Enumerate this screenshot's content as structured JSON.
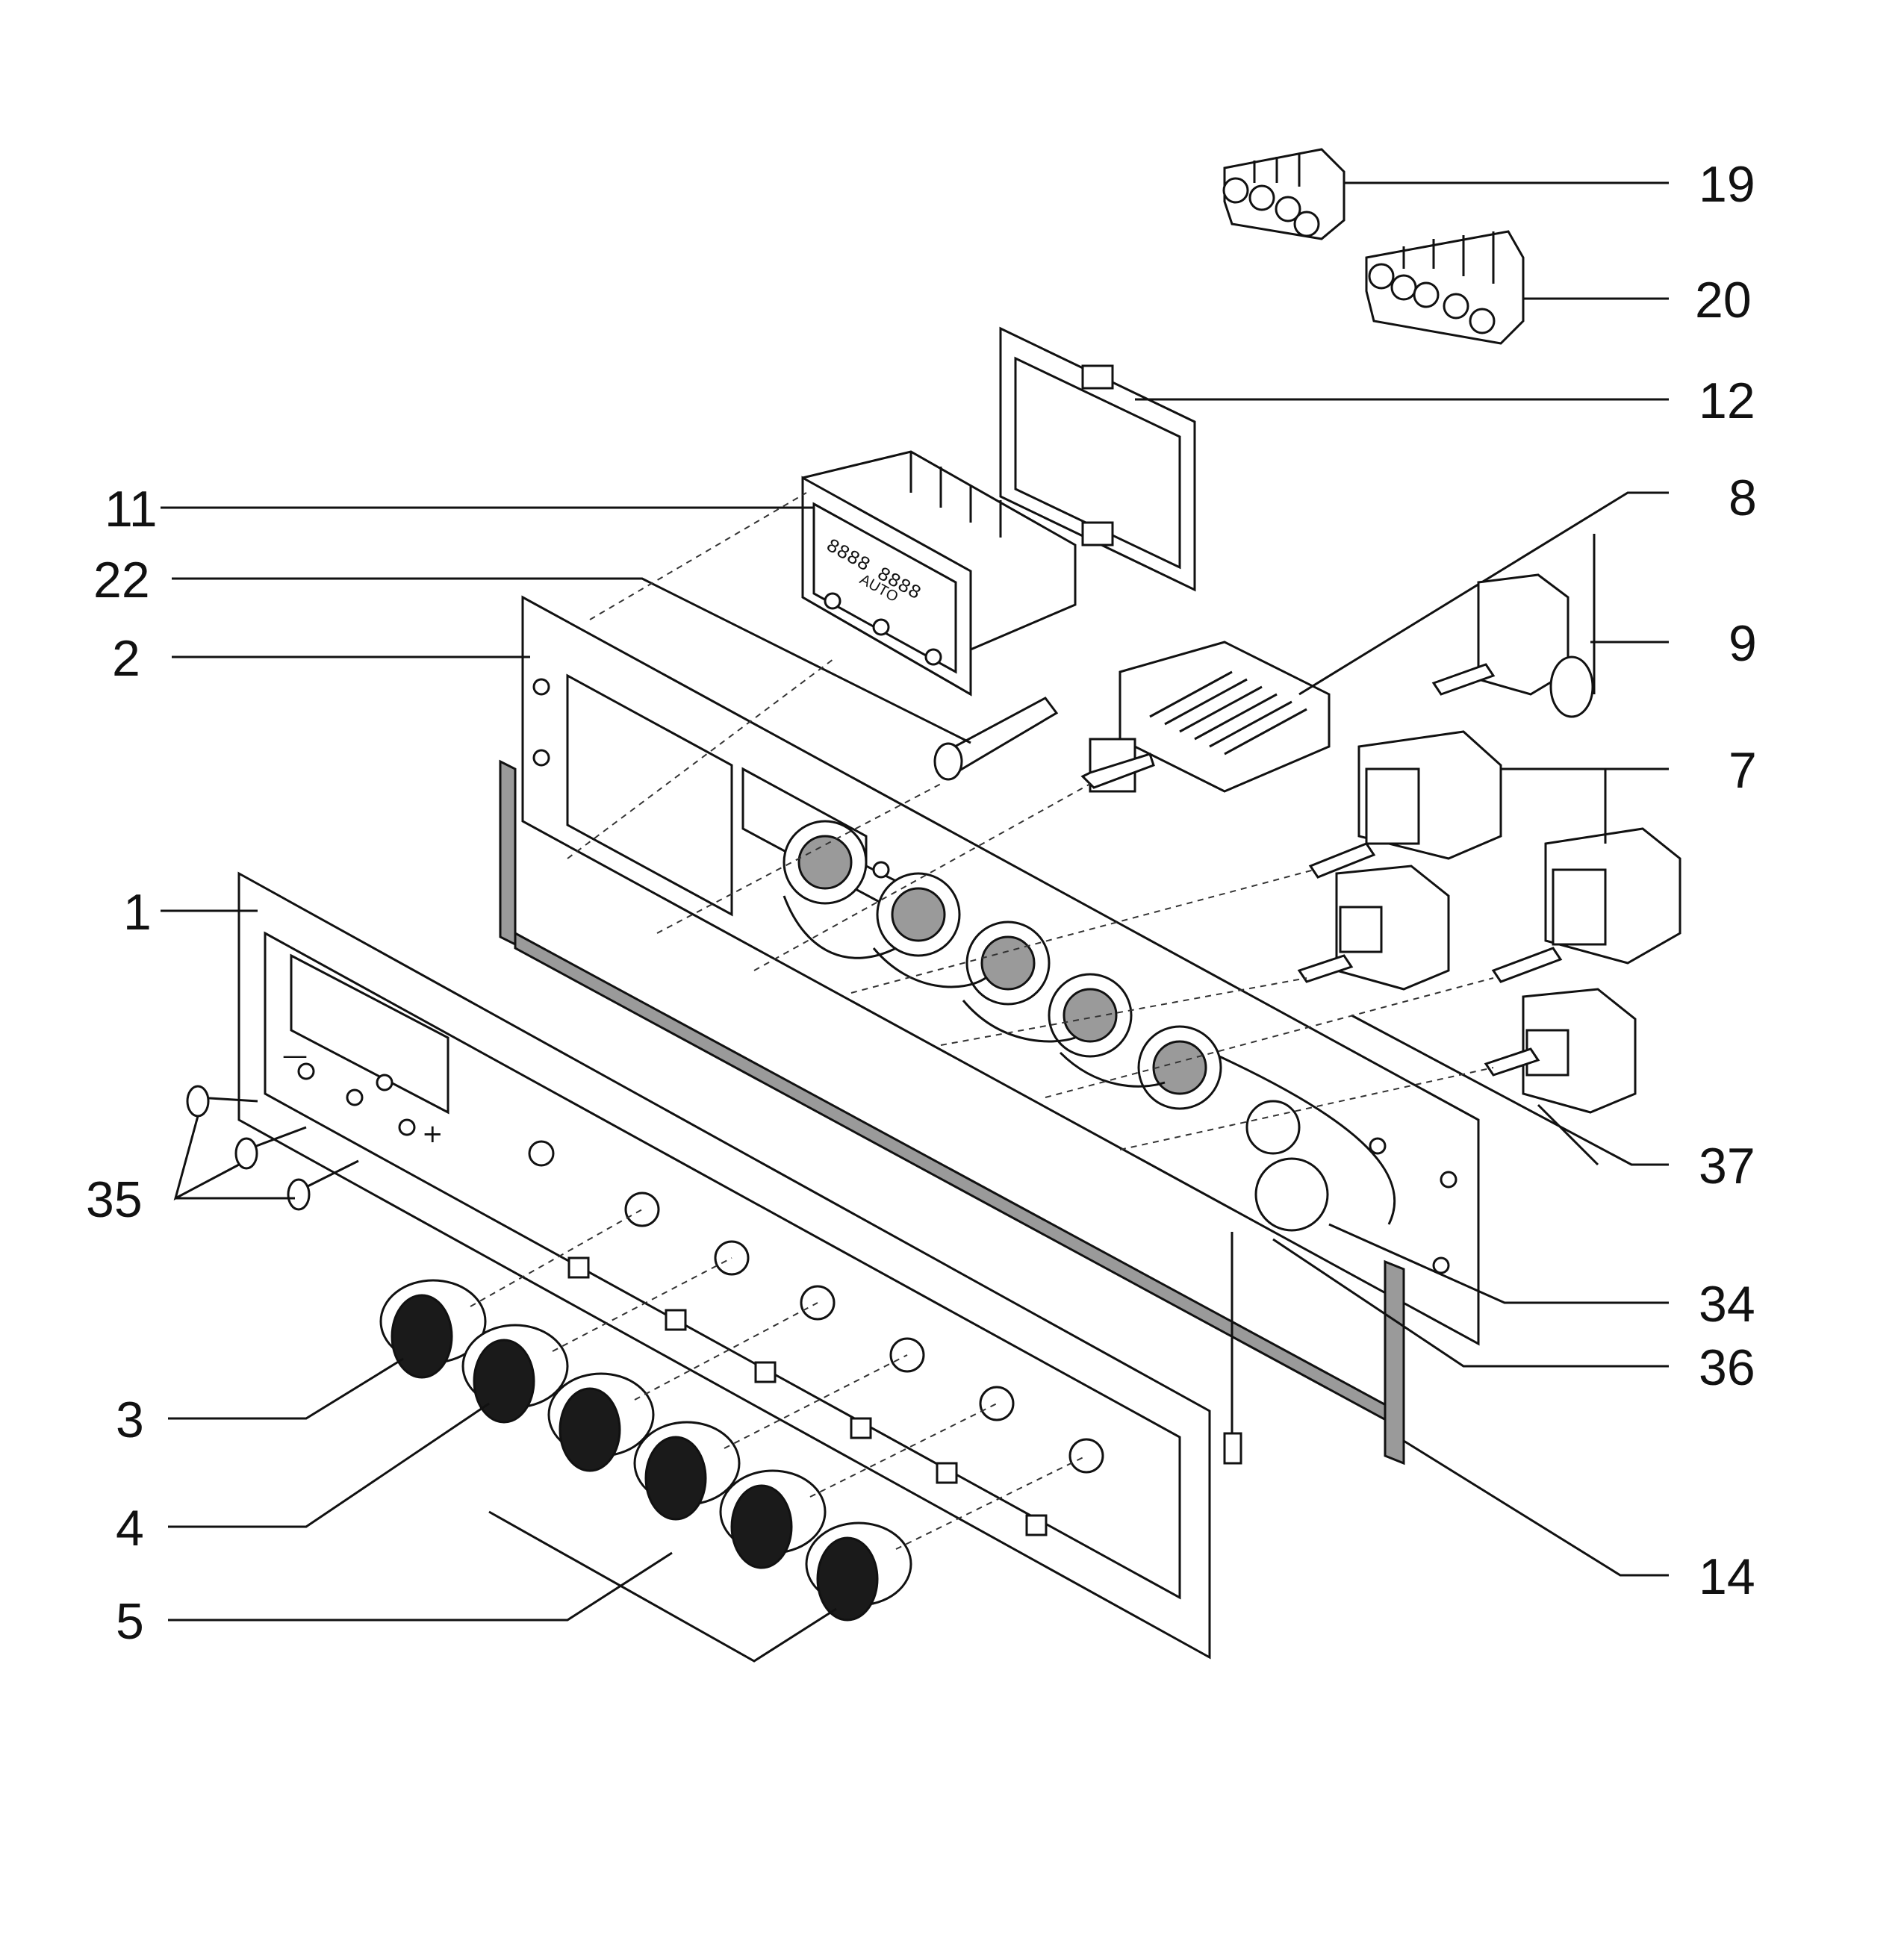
{
  "diagram": {
    "callouts": [
      {
        "id": "19",
        "label": "19"
      },
      {
        "id": "20",
        "label": "20"
      },
      {
        "id": "12",
        "label": "12"
      },
      {
        "id": "11",
        "label": "11"
      },
      {
        "id": "8",
        "label": "8"
      },
      {
        "id": "22",
        "label": "22"
      },
      {
        "id": "2",
        "label": "2"
      },
      {
        "id": "9",
        "label": "9"
      },
      {
        "id": "7",
        "label": "7"
      },
      {
        "id": "1",
        "label": "1"
      },
      {
        "id": "37",
        "label": "37"
      },
      {
        "id": "35",
        "label": "35"
      },
      {
        "id": "34",
        "label": "34"
      },
      {
        "id": "36",
        "label": "36"
      },
      {
        "id": "3",
        "label": "3"
      },
      {
        "id": "4",
        "label": "4"
      },
      {
        "id": "14",
        "label": "14"
      },
      {
        "id": "5",
        "label": "5"
      }
    ],
    "timer_display": {
      "digits": "8888 8888",
      "mode_label": "AUTO"
    },
    "panel_symbols": {
      "minus": "—",
      "plus": "+"
    }
  },
  "colors": {
    "ink": "#111111",
    "background": "#ffffff",
    "knob_fill": "#1a1a1a",
    "seal_fill": "#9a9a9a"
  }
}
